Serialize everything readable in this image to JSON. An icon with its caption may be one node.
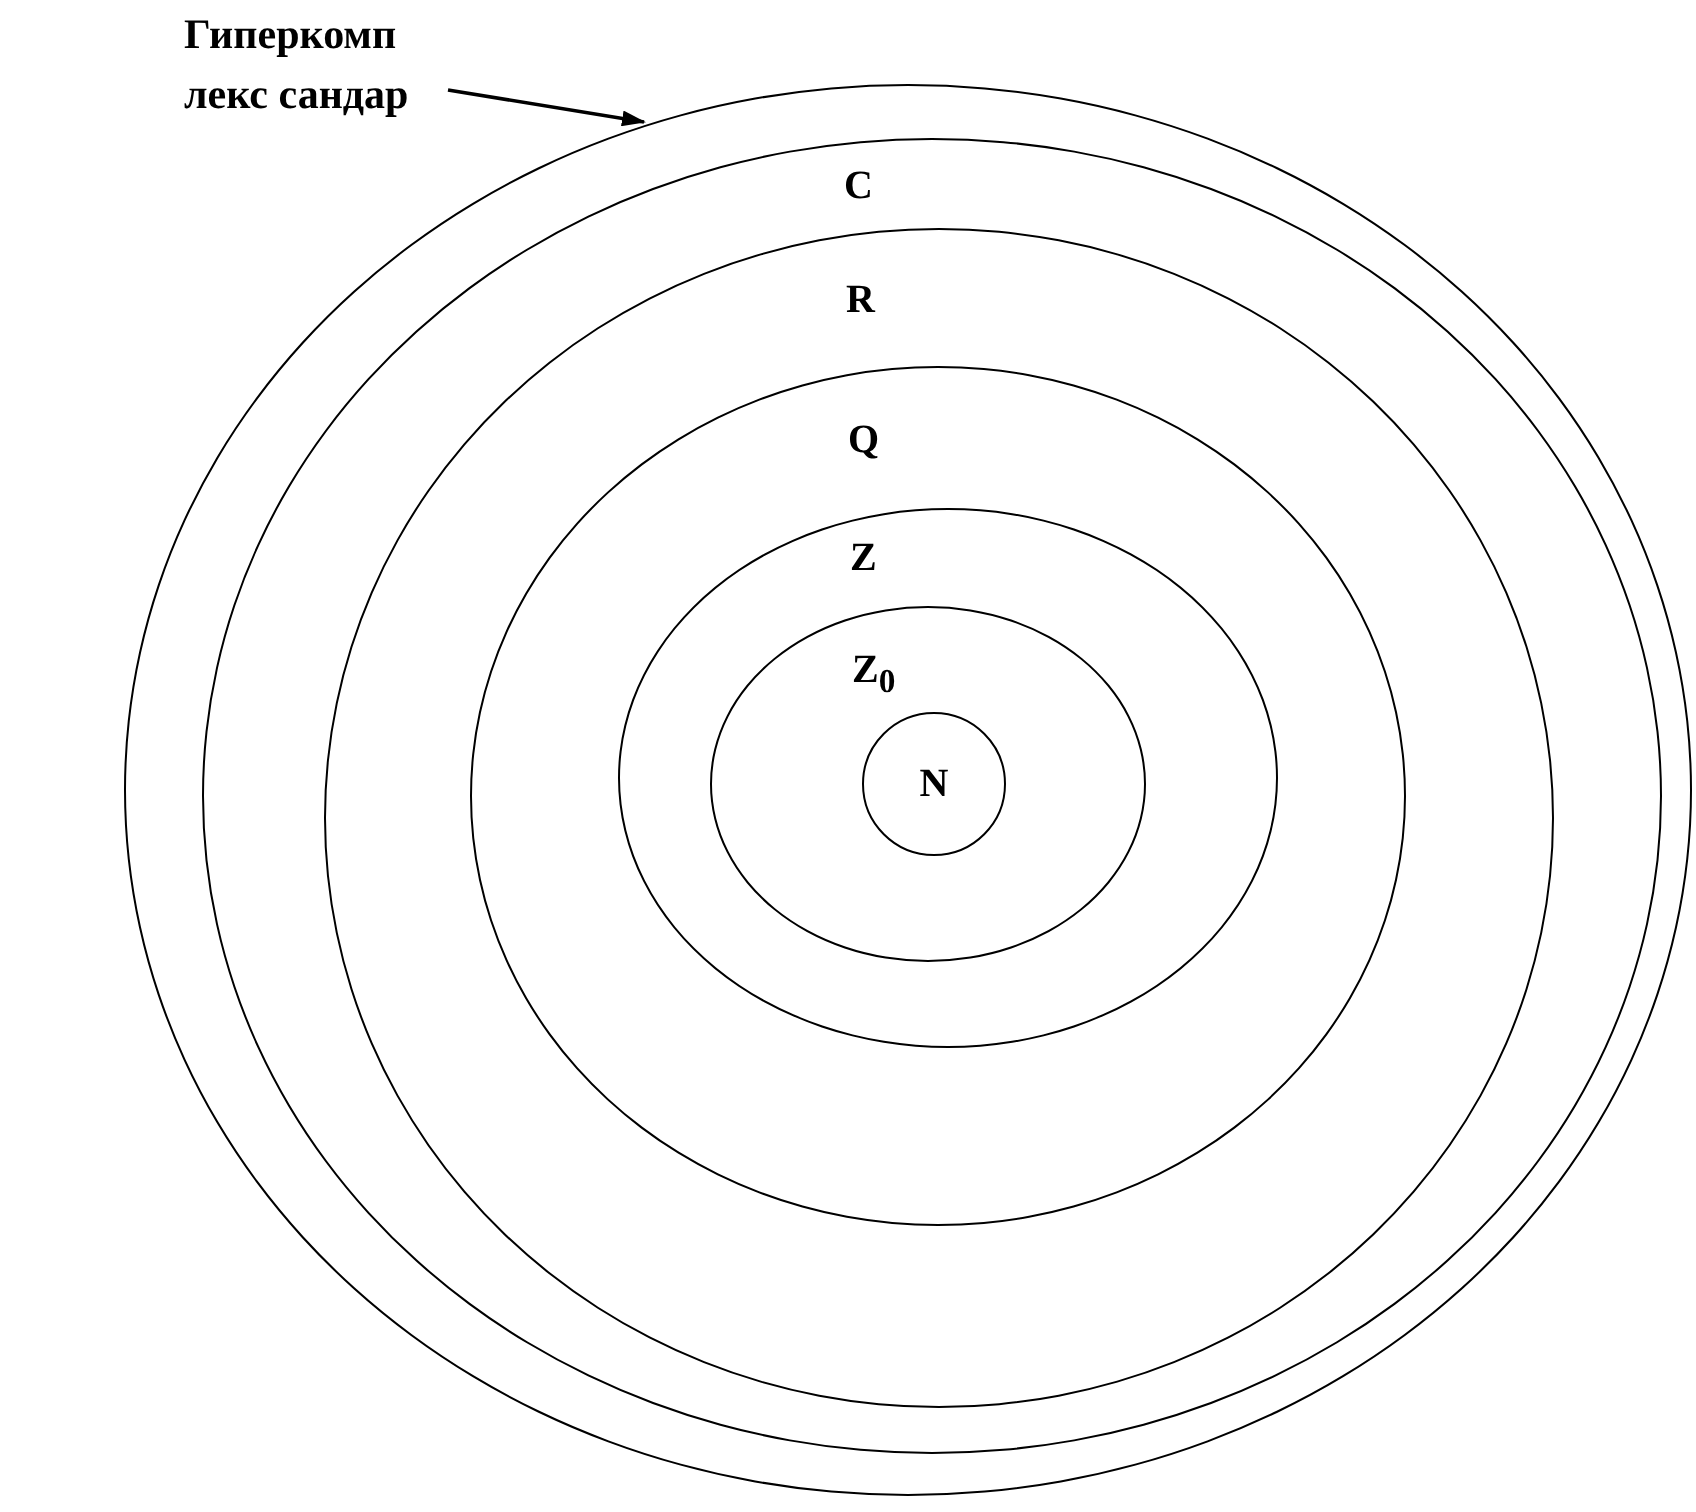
{
  "diagram": {
    "nodes": [
      {
        "text": [
          "Гиперкомп лекс сандар"
        ]
      },
      {
        "text": [],
        "shape": "circle"
      },
      {
        "text": [
          "C"
        ],
        "in": 1
      },
      {
        "text": [
          "R"
        ],
        "in": 2
      },
      {
        "text": [
          "Q"
        ],
        "in": 3
      },
      {
        "text": [
          "Z"
        ],
        "in": 4
      },
      {
        "text": [
          "Z$_{0}$"
        ],
        "in": 5
      },
      {
        "text": [
          "N"
        ],
        "in": 6
      }
    ],
    "edges": [
      {
        "from": 0,
        "to": 1,
        "arrow": "to"
      }
    ]
  }
}
